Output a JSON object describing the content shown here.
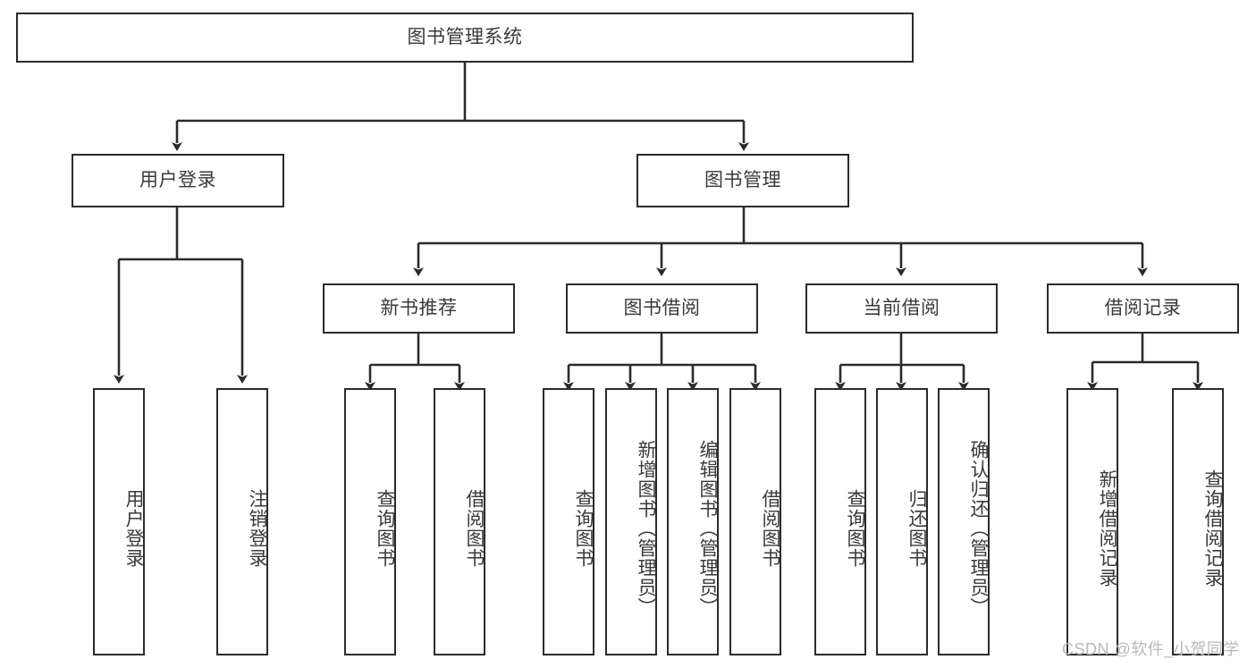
{
  "diagram": {
    "title": "图书管理系统",
    "type": "tree-hierarchy-diagram",
    "watermark": "CSDN @软件_小贺同学",
    "colors": {
      "stroke": "#2b2b2b",
      "text": "#3a3a3a",
      "background": "#ffffff",
      "watermark": "#b9b9b9"
    },
    "root": {
      "label": "图书管理系统"
    },
    "level2": [
      {
        "label": "用户登录"
      },
      {
        "label": "图书管理"
      }
    ],
    "level3": [
      {
        "label": "新书推荐"
      },
      {
        "label": "图书借阅"
      },
      {
        "label": "当前借阅"
      },
      {
        "label": "借阅记录"
      }
    ],
    "leaves": {
      "user_login": [
        {
          "label": "用户登录"
        },
        {
          "label": "注销登录"
        }
      ],
      "new_book_rec": [
        {
          "label": "查询图书"
        },
        {
          "label": "借阅图书"
        }
      ],
      "book_borrow": [
        {
          "label": "查询图书"
        },
        {
          "label": "新增图书（管理员）"
        },
        {
          "label": "编辑图书（管理员）"
        },
        {
          "label": "借阅图书"
        }
      ],
      "current_borrow": [
        {
          "label": "查询图书"
        },
        {
          "label": "归还图书"
        },
        {
          "label": "确认归还（管理员）"
        }
      ],
      "borrow_record": [
        {
          "label": "新增借阅记录"
        },
        {
          "label": "查询借阅记录"
        }
      ]
    }
  }
}
